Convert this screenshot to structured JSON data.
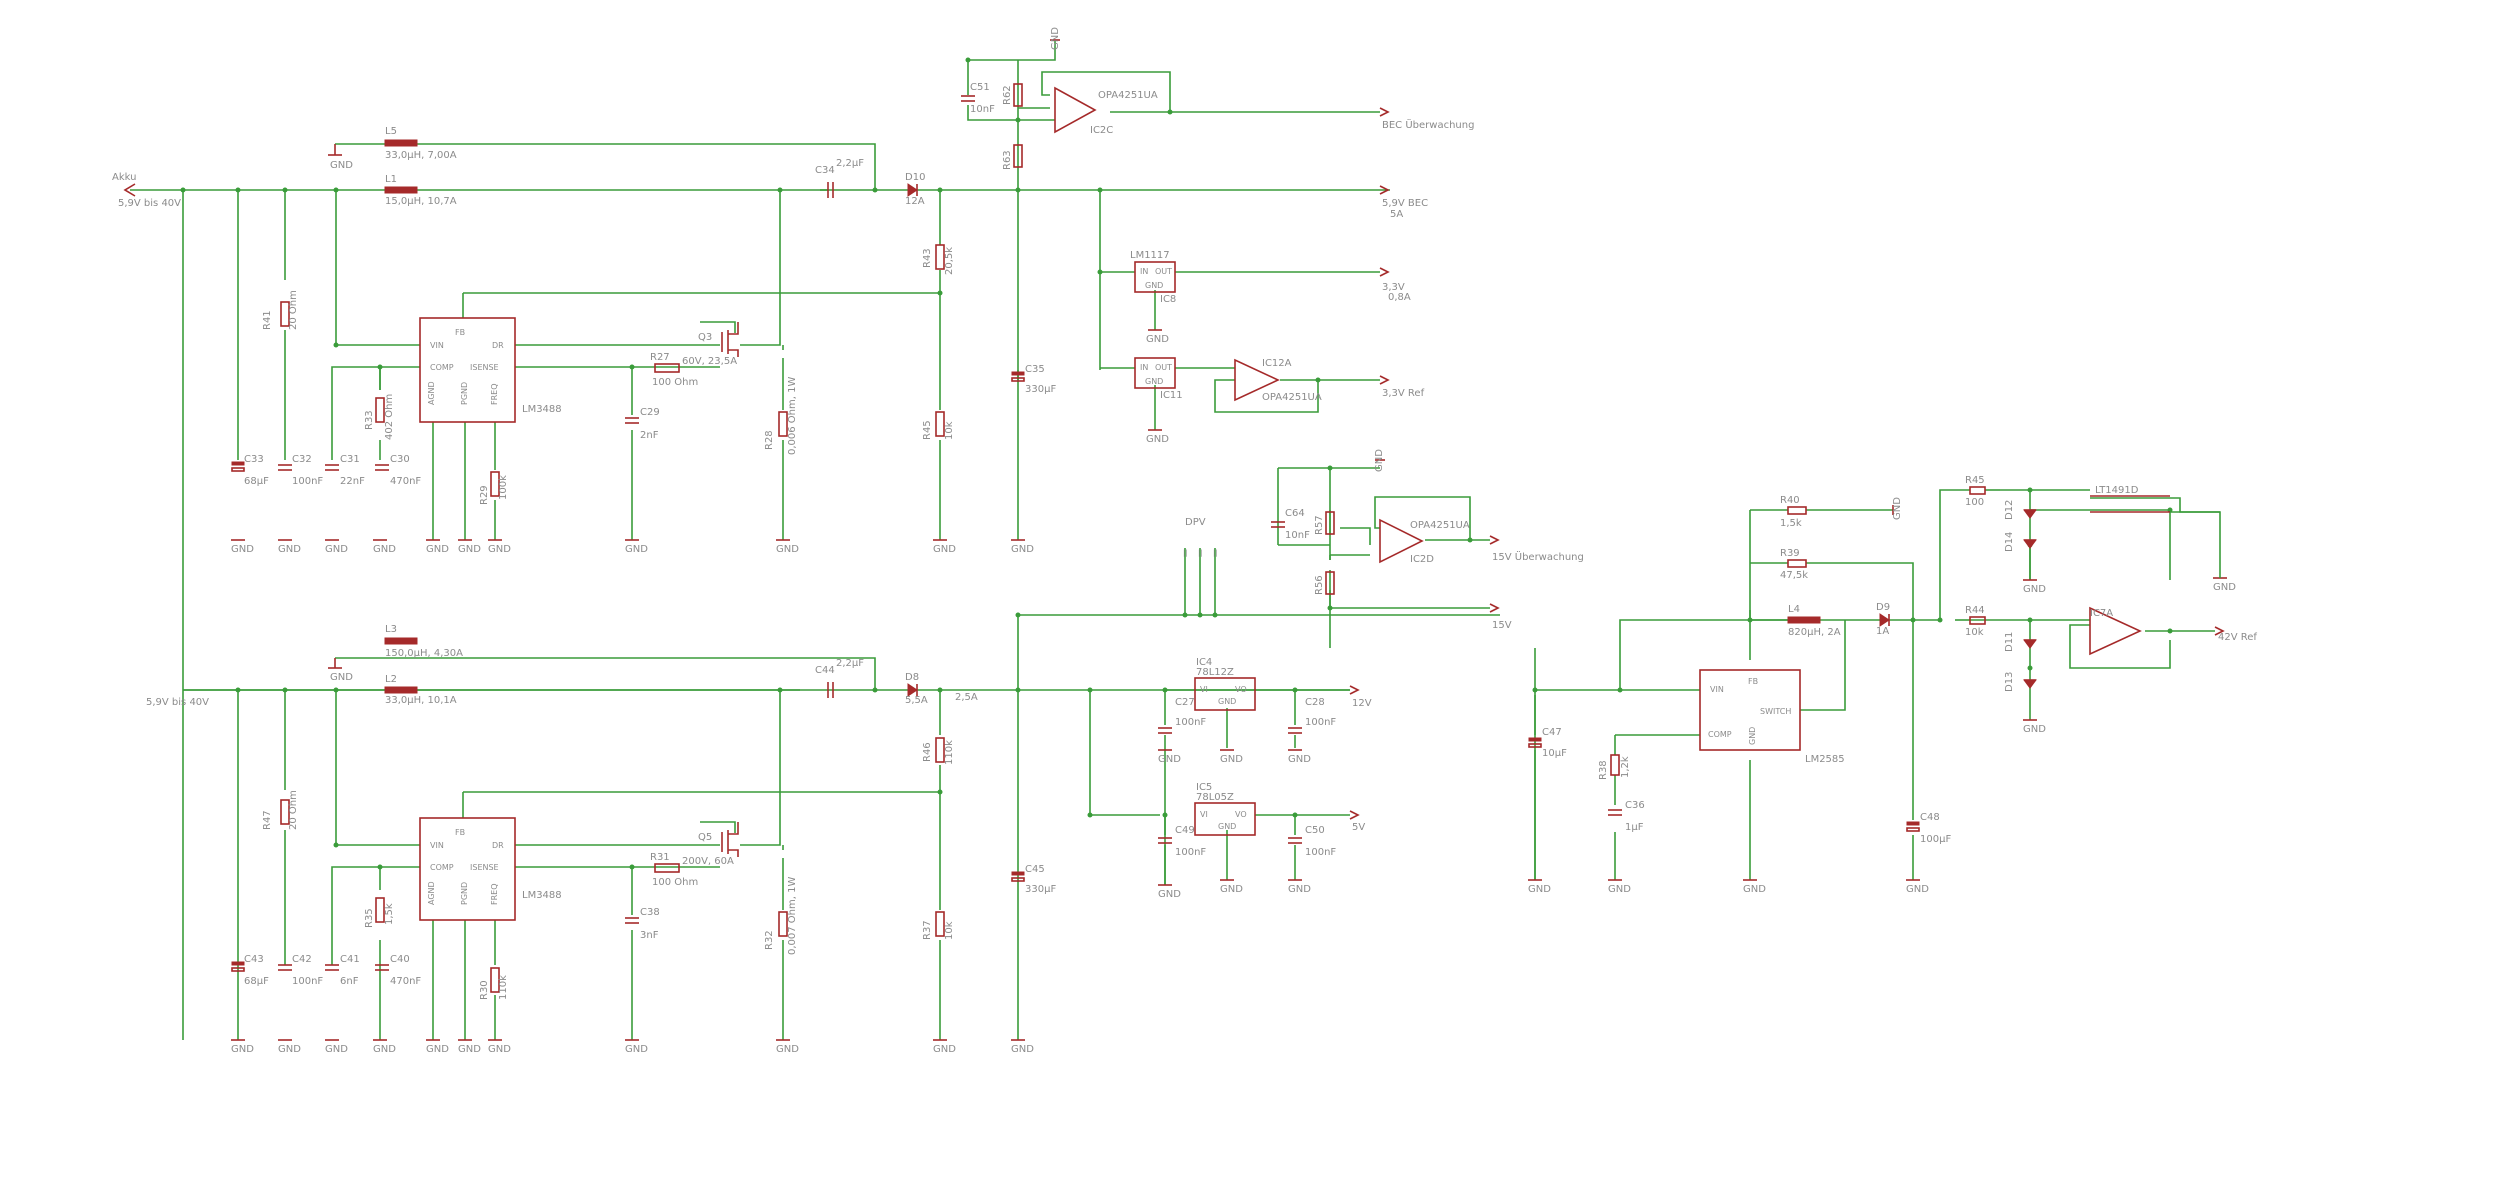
{
  "labels": {
    "akku": "Akku",
    "akku_range1": "5,9V bis 40V",
    "akku_range2": "5,9V bis 40V",
    "bec_out": "5,9V BEC",
    "bec_amp": "5A",
    "bec_monitor": "BEC Überwachung",
    "v33": "3,3V",
    "v33_amp": "0,8A",
    "v33_ref": "3,3V Ref",
    "v15": "15V",
    "v15_monitor": "15V Überwachung",
    "v12": "12V",
    "v5": "5V",
    "v42_ref": "42V Ref",
    "amp25": "2,5A",
    "gnd": "GND",
    "dpv": "DPV"
  },
  "parts": {
    "L5": [
      "L5",
      "33,0µH, 7,00A"
    ],
    "L1": [
      "L1",
      "15,0µH, 10,7A"
    ],
    "L3": [
      "L3",
      "150,0µH, 4,30A"
    ],
    "L2": [
      "L2",
      "33,0µH, 10,1A"
    ],
    "L4": [
      "L4",
      "820µH, 2A"
    ],
    "C34": [
      "C34",
      "2,2µF"
    ],
    "C44": [
      "C44",
      "2,2µF"
    ],
    "D10": [
      "D10",
      "12A"
    ],
    "D8": [
      "D8",
      "5,5A"
    ],
    "D9": [
      "D9",
      "1A"
    ],
    "C51": [
      "C51",
      "10nF"
    ],
    "C64": [
      "C64",
      "10nF"
    ],
    "R63": "R63",
    "R62": "R62",
    "R43": [
      "R43",
      "20,5k"
    ],
    "R41": [
      "R41",
      "20 Ohm"
    ],
    "R47": [
      "R47",
      "20 Ohm"
    ],
    "R33": [
      "R33",
      "402 Ohm"
    ],
    "R35": [
      "R35",
      "1,5k"
    ],
    "R29": [
      "R29",
      "100k"
    ],
    "R30": [
      "R30",
      "110k"
    ],
    "R27": [
      "R27",
      "100 Ohm"
    ],
    "R31": [
      "R31",
      "100 Ohm"
    ],
    "R28": [
      "R28",
      "0,006 Ohm, 1W"
    ],
    "R32": [
      "R32",
      "0,007 Ohm, 1W"
    ],
    "R45": [
      "R45",
      "10k"
    ],
    "R46": [
      "R46",
      "110k"
    ],
    "R37": [
      "R37",
      "10k"
    ],
    "R57": "R57",
    "R56": "R56",
    "R40": [
      "R40",
      "1,5k"
    ],
    "R39": [
      "R39",
      "47,5k"
    ],
    "R38": [
      "R38",
      "1,2k"
    ],
    "R45b": [
      "R45",
      "100"
    ],
    "R44": [
      "R44",
      "10k"
    ],
    "C33": [
      "C33",
      "68µF"
    ],
    "C32": [
      "C32",
      "100nF"
    ],
    "C31": [
      "C31",
      "22nF"
    ],
    "C30": [
      "C30",
      "470nF"
    ],
    "C29": [
      "C29",
      "2nF"
    ],
    "C35": [
      "C35",
      "330µF"
    ],
    "C43": [
      "C43",
      "68µF"
    ],
    "C42": [
      "C42",
      "100nF"
    ],
    "C41": [
      "C41",
      "6nF"
    ],
    "C40": [
      "C40",
      "470nF"
    ],
    "C38": [
      "C38",
      "3nF"
    ],
    "C45": [
      "C45",
      "330µF"
    ],
    "C27": [
      "C27",
      "100nF"
    ],
    "C28": [
      "C28",
      "100nF"
    ],
    "C49": [
      "C49",
      "100nF"
    ],
    "C50": [
      "C50",
      "100nF"
    ],
    "C47": [
      "C47",
      "10µF"
    ],
    "C36": [
      "C36",
      "1µF"
    ],
    "C48": [
      "C48",
      "100µF"
    ],
    "Q3": [
      "Q3",
      "60V, 23,5A"
    ],
    "Q5": [
      "Q5",
      "200V, 60A"
    ],
    "D12": "D12",
    "D14": "D14",
    "D11": "D11",
    "D13": "D13",
    "IC2C": [
      "OPA4251UA",
      "IC2C"
    ],
    "IC12A": [
      "IC12A",
      "OPA4251UA"
    ],
    "IC2D": [
      "OPA4251UA",
      "IC2D"
    ],
    "IC7A": "IC7A",
    "IC8": [
      "LM1117",
      "IC8"
    ],
    "IC11": "IC11",
    "IC4": [
      "IC4",
      "78L12Z"
    ],
    "IC5": [
      "IC5",
      "78L05Z"
    ],
    "LT1491": "LT1491D",
    "LM3488a": "LM3488",
    "LM3488b": "LM3488",
    "LM2585": "LM2585"
  },
  "pins": {
    "ic_vin": "VIN",
    "ic_dr": "DR",
    "ic_comp": "COMP",
    "ic_isense": "ISENSE",
    "ic_agnd": "AGND",
    "ic_pgnd": "PGND",
    "ic_freq": "FREQ",
    "ic_fb": "FB",
    "ic_gnd": "GND",
    "ic_vi": "VI",
    "ic_vo": "VO",
    "ic_in": "IN",
    "ic_out": "OUT",
    "ic_switch": "SWITCH"
  }
}
